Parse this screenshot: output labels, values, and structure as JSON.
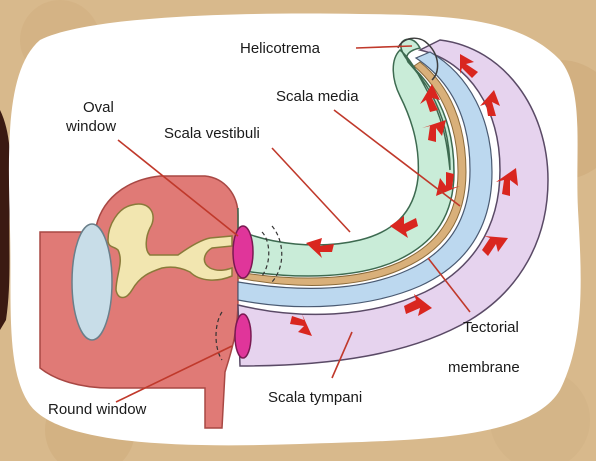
{
  "labels": {
    "helicotrema": "Helicotrema",
    "oval_window_line1": "Oval",
    "oval_window_line2": "window",
    "scala_vestibuli": "Scala vestibuli",
    "scala_media": "Scala media",
    "round_window": "Round window",
    "scala_tympani": "Scala tympani",
    "tectorial_line1": "Tectorial",
    "tectorial_line2": "membrane"
  },
  "colors": {
    "background_parchment": "#d8b98c",
    "panel": "#ffffff",
    "middle_ear": "#e07a76",
    "ossicles": "#f2e6b0",
    "tympanic_membrane": "#c8dde8",
    "scala_vestibuli": "#c9ecd8",
    "scala_media": "#bcd8ef",
    "scala_tympani": "#e6d3ee",
    "tectorial_band": "#d9b07a",
    "windows": "#e0359a",
    "arrows": "#d9261f",
    "leader_lines": "#c0392b"
  },
  "flow_arrow_icons": "red-arrow-icon"
}
